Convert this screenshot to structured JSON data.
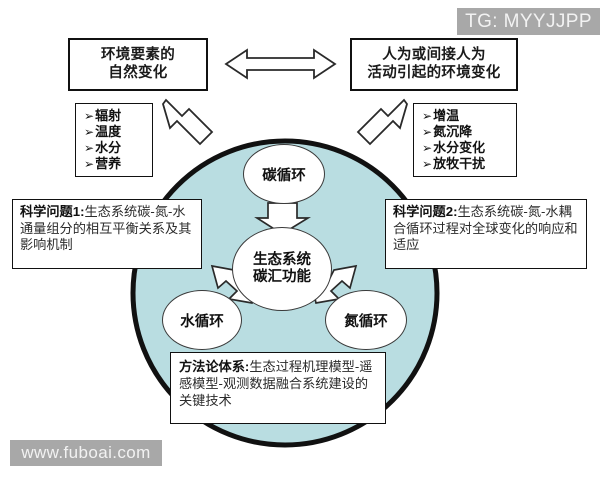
{
  "watermarks": {
    "top_right": "TG: MYYJJPP",
    "bottom_left": "www.fuboai.com"
  },
  "header": {
    "left_box": {
      "line1": "环境要素的",
      "line2": "自然变化"
    },
    "right_box": {
      "line1": "人为或间接人为",
      "line2": "活动引起的环境变化"
    },
    "connector": "double-headed-arrow"
  },
  "driver_lists": {
    "left": {
      "bullet": "➢",
      "items": [
        "辐射",
        "温度",
        "水分",
        "营养"
      ]
    },
    "right": {
      "bullet": "➢",
      "items": [
        "增温",
        "氮沉降",
        "水分变化",
        "放牧干扰"
      ]
    }
  },
  "science_questions": {
    "left": {
      "title": "科学问题1:",
      "body": "生态系统碳-氮-水通量组分的相互平衡关系及其影响机制"
    },
    "right": {
      "title": "科学问题2:",
      "body": "生态系统碳-氮-水耦合循环过程对全球变化的响应和适应"
    }
  },
  "methodology": {
    "title": "方法论体系:",
    "body": "生态过程机理模型-遥感模型-观测数据融合系统建设的关键技术"
  },
  "cycle_nodes": {
    "carbon": "碳循环",
    "center": {
      "line1": "生态系统",
      "line2": "碳汇功能"
    },
    "water": "水循环",
    "nitrogen": "氮循环"
  },
  "colors": {
    "circle_fill": "#b9dde1",
    "circle_stroke": "#111111",
    "box_stroke": "#111111",
    "text": "#1a1a1a",
    "watermark_bg": "#a8a8a8",
    "watermark_text": "#f2f2f2"
  }
}
